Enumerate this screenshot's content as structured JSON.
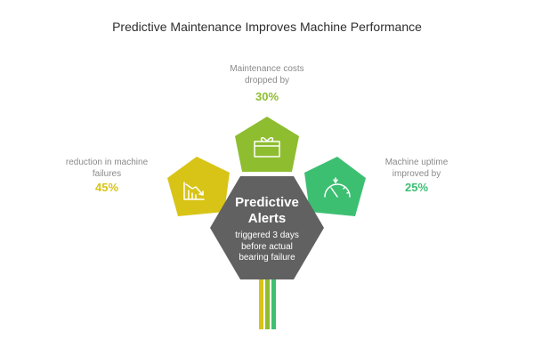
{
  "title": "Predictive Maintenance Improves Machine Performance",
  "center": {
    "title_line1": "Predictive",
    "title_line2": "Alerts",
    "desc_line1": "triggered 3 days",
    "desc_line2": "before actual",
    "desc_line3": "bearing failure"
  },
  "metrics": [
    {
      "label_line1": "reduction in machine",
      "label_line2": "failures",
      "value": "45%",
      "color": "#d8c416",
      "icon": "declining-chart-icon"
    },
    {
      "label_line1": "Maintenance costs",
      "label_line2": "dropped by",
      "value": "30%",
      "color": "#8ebd2f",
      "icon": "gift-box-icon"
    },
    {
      "label_line1": "Machine uptime",
      "label_line2": "improved by",
      "value": "25%",
      "color": "#3dbf72",
      "icon": "speedometer-icon"
    }
  ],
  "colors": {
    "center_hexagon": "#616161",
    "title_text": "#2e2e2e",
    "label_text": "#8a8a8a"
  }
}
